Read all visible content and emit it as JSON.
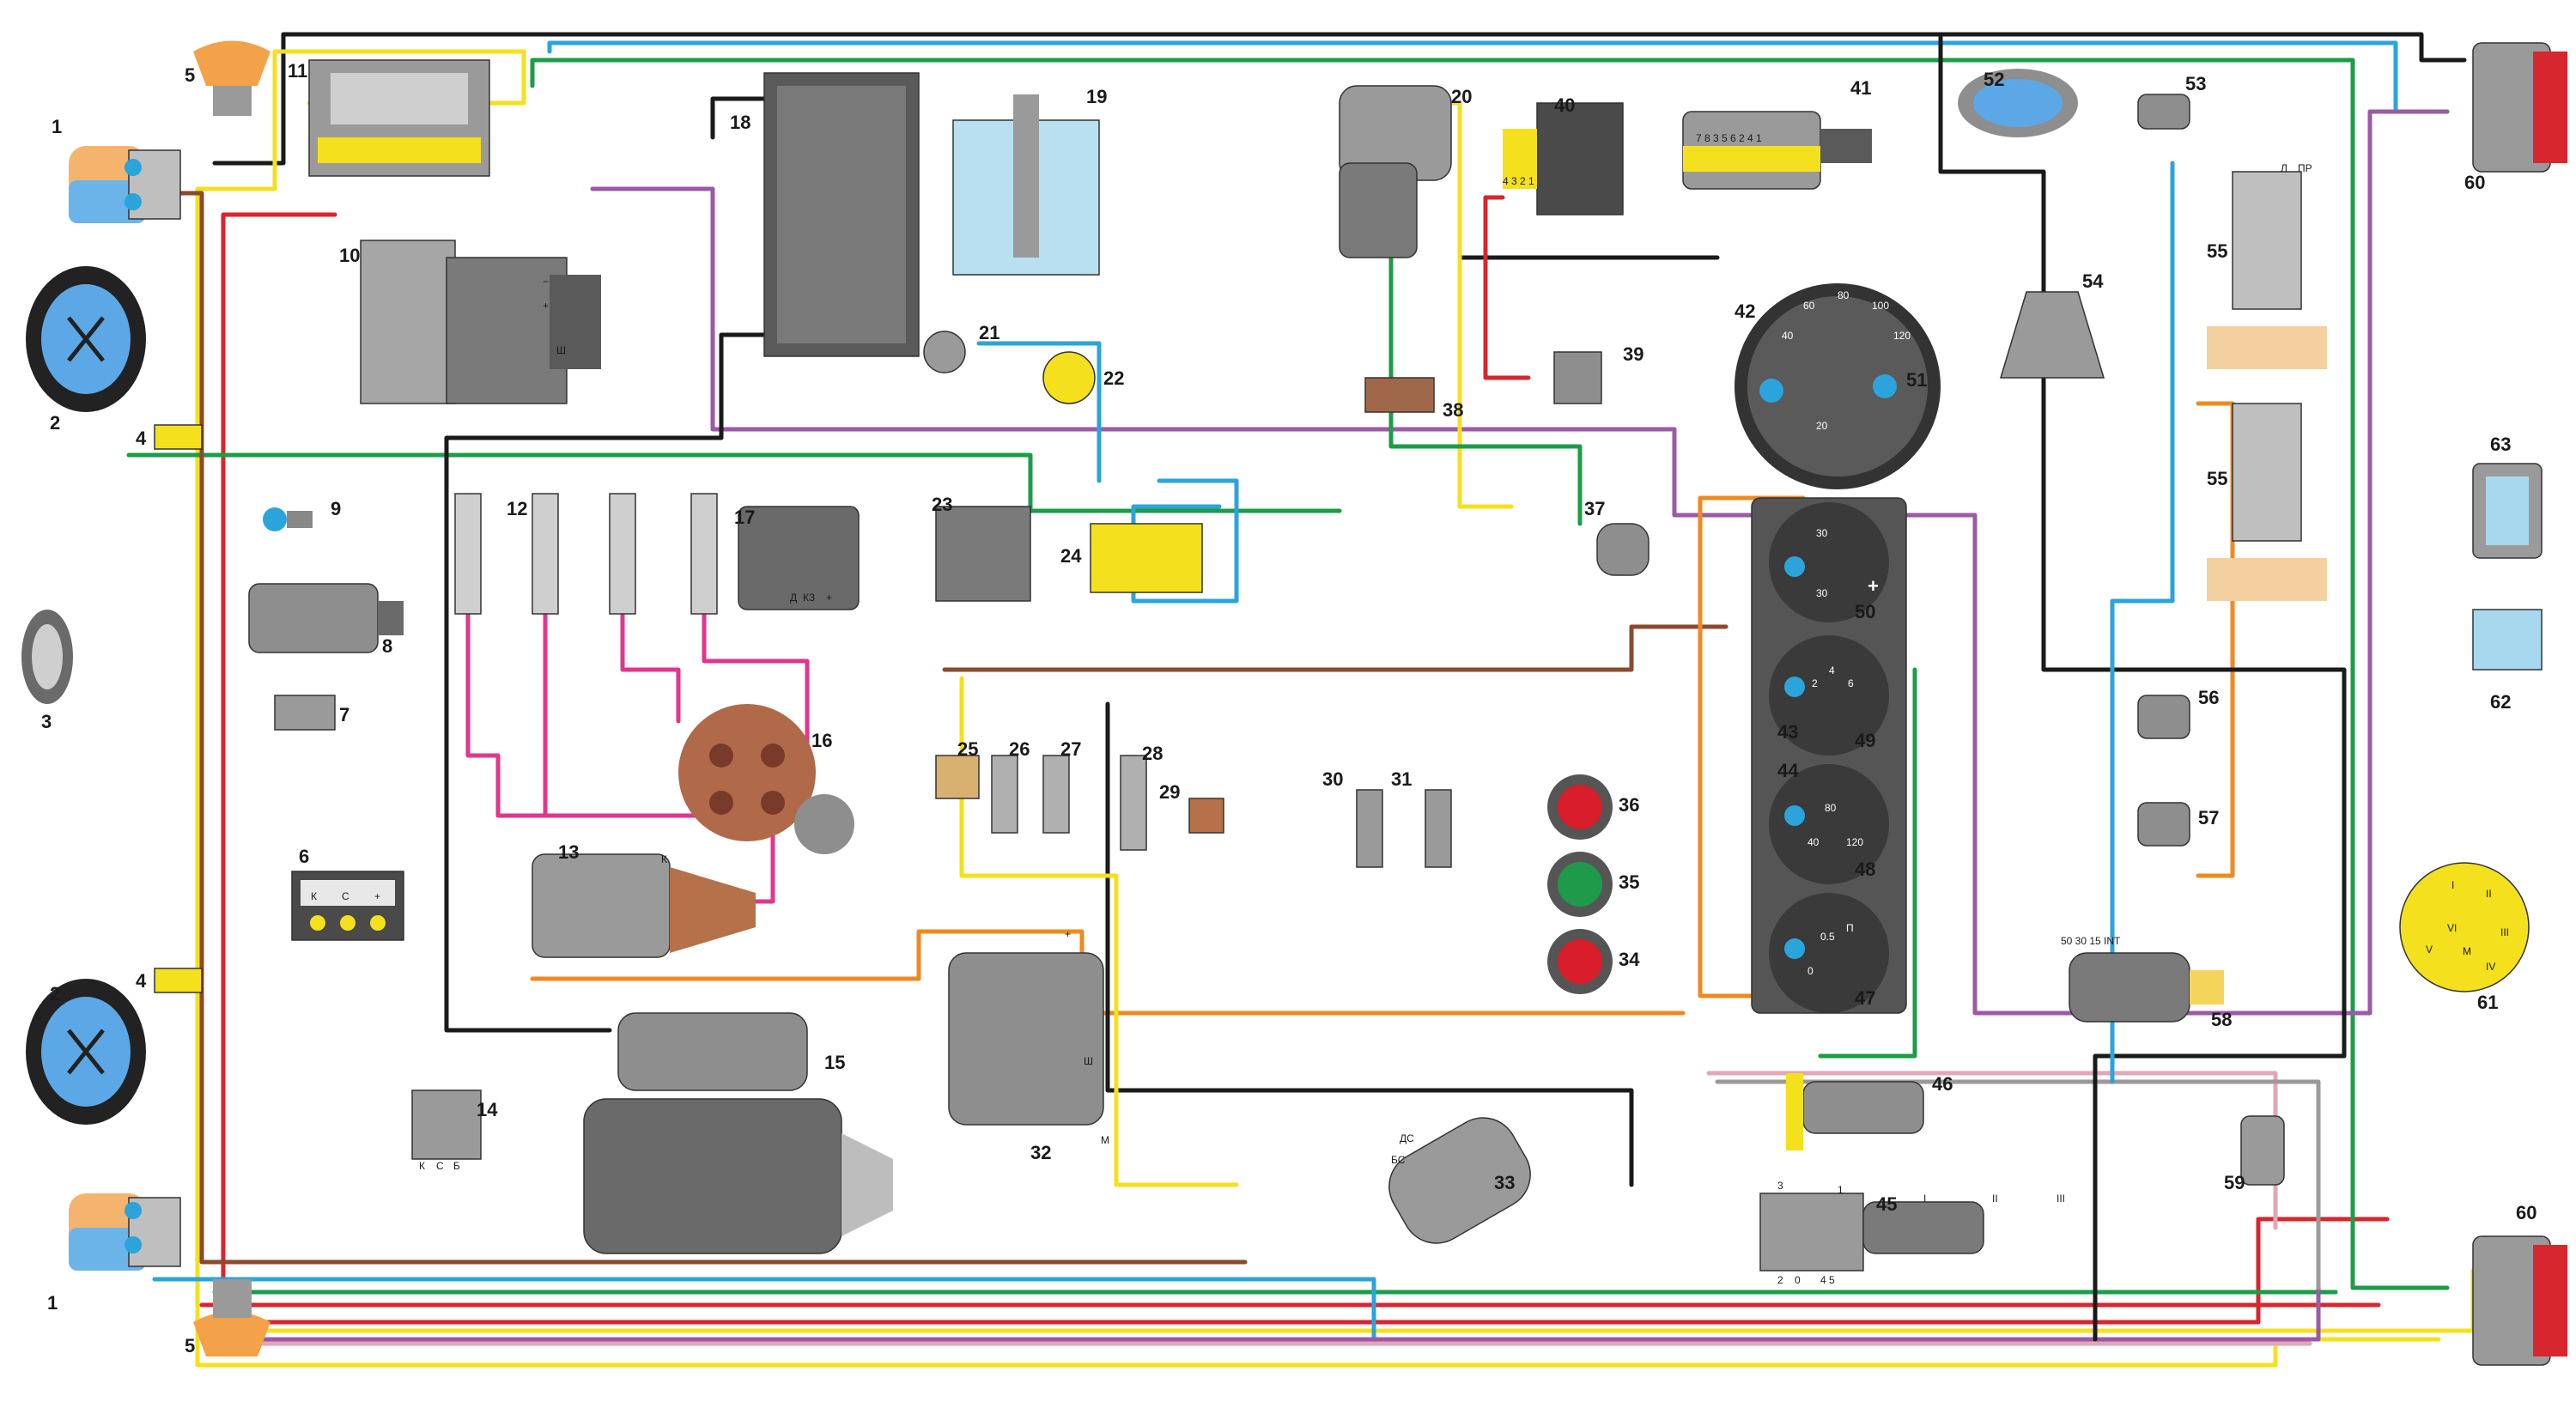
{
  "components": [
    {
      "id": "c1a",
      "num": "1"
    },
    {
      "id": "c1b",
      "num": "1"
    },
    {
      "id": "c2a",
      "num": "2"
    },
    {
      "id": "c2b",
      "num": "2"
    },
    {
      "id": "c3",
      "num": "3"
    },
    {
      "id": "c4a",
      "num": "4"
    },
    {
      "id": "c4b",
      "num": "4"
    },
    {
      "id": "c5a",
      "num": "5"
    },
    {
      "id": "c5b",
      "num": "5"
    },
    {
      "id": "c6",
      "num": "6"
    },
    {
      "id": "c7",
      "num": "7"
    },
    {
      "id": "c8",
      "num": "8"
    },
    {
      "id": "c9",
      "num": "9"
    },
    {
      "id": "c10",
      "num": "10"
    },
    {
      "id": "c11",
      "num": "11"
    },
    {
      "id": "c12",
      "num": "12"
    },
    {
      "id": "c13",
      "num": "13"
    },
    {
      "id": "c14",
      "num": "14"
    },
    {
      "id": "c15",
      "num": "15"
    },
    {
      "id": "c16",
      "num": "16"
    },
    {
      "id": "c17",
      "num": "17"
    },
    {
      "id": "c18",
      "num": "18"
    },
    {
      "id": "c19",
      "num": "19"
    },
    {
      "id": "c20",
      "num": "20"
    },
    {
      "id": "c21",
      "num": "21"
    },
    {
      "id": "c22",
      "num": "22"
    },
    {
      "id": "c23",
      "num": "23"
    },
    {
      "id": "c24",
      "num": "24"
    },
    {
      "id": "c25",
      "num": "25"
    },
    {
      "id": "c26",
      "num": "26"
    },
    {
      "id": "c27",
      "num": "27"
    },
    {
      "id": "c28",
      "num": "28"
    },
    {
      "id": "c29",
      "num": "29"
    },
    {
      "id": "c30",
      "num": "30"
    },
    {
      "id": "c31",
      "num": "31"
    },
    {
      "id": "c32",
      "num": "32"
    },
    {
      "id": "c33",
      "num": "33"
    },
    {
      "id": "c34",
      "num": "34"
    },
    {
      "id": "c35",
      "num": "35"
    },
    {
      "id": "c36",
      "num": "36"
    },
    {
      "id": "c37",
      "num": "37"
    },
    {
      "id": "c38",
      "num": "38"
    },
    {
      "id": "c39",
      "num": "39"
    },
    {
      "id": "c40",
      "num": "40"
    },
    {
      "id": "c41",
      "num": "41"
    },
    {
      "id": "c42",
      "num": "42"
    },
    {
      "id": "c43",
      "num": "43"
    },
    {
      "id": "c44",
      "num": "44"
    },
    {
      "id": "c45",
      "num": "45"
    },
    {
      "id": "c46",
      "num": "46"
    },
    {
      "id": "c47",
      "num": "47"
    },
    {
      "id": "c48",
      "num": "48"
    },
    {
      "id": "c49",
      "num": "49"
    },
    {
      "id": "c50",
      "num": "50"
    },
    {
      "id": "c51",
      "num": "51"
    },
    {
      "id": "c52",
      "num": "52"
    },
    {
      "id": "c53",
      "num": "53"
    },
    {
      "id": "c54",
      "num": "54"
    },
    {
      "id": "c55a",
      "num": "55"
    },
    {
      "id": "c55b",
      "num": "55"
    },
    {
      "id": "c56",
      "num": "56"
    },
    {
      "id": "c57",
      "num": "57"
    },
    {
      "id": "c58",
      "num": "58"
    },
    {
      "id": "c59",
      "num": "59"
    },
    {
      "id": "c60a",
      "num": "60"
    },
    {
      "id": "c60b",
      "num": "60"
    },
    {
      "id": "c61",
      "num": "61"
    },
    {
      "id": "c62",
      "num": "62"
    },
    {
      "id": "c63",
      "num": "63"
    }
  ],
  "terminal_labels": {
    "t6_k": "К",
    "t6_c": "С",
    "t6_plus": "+",
    "t14_k": "К",
    "t14_c": "С",
    "t14_b": "Б",
    "t13_k": "К",
    "t17_d": "Д",
    "t17_k3": "КЗ",
    "t17_plus": "+",
    "t10_minus": "−",
    "t10_plus": "+",
    "t10_sh": "Ш",
    "t32_plus": "+",
    "t32_sh": "Ш",
    "t32_m": "М",
    "t40_pins": "4 3 2 1",
    "t41_pins": "7 8 3 5 6 2 4 1",
    "t33_ds": "ДС",
    "t33_bs": "БС",
    "t45_3": "3",
    "t45_1": "1",
    "t45_2": "2",
    "t45_0": "0",
    "t45_45": "4 5",
    "t45_I": "I",
    "t45_II": "II",
    "t45_III": "III",
    "t61_I": "I",
    "t61_II": "II",
    "t61_III": "III",
    "t61_IV": "IV",
    "t61_V": "V",
    "t61_VI": "VI",
    "t61_M": "M",
    "t58_pins": "50 30 15 INT",
    "t55_l": "Л",
    "t55_pr": "ПР"
  },
  "gauge_42": {
    "ticks": [
      "40",
      "60",
      "80",
      "100",
      "120",
      "20"
    ]
  },
  "gauge_50": {
    "ticks": [
      "30",
      "30"
    ],
    "sign": "+"
  },
  "gauge_49": {
    "ticks": [
      "2",
      "4",
      "6"
    ]
  },
  "gauge_48": {
    "ticks": [
      "40",
      "80",
      "120"
    ]
  },
  "gauge_47": {
    "ticks": [
      "0",
      "0.5",
      "П"
    ]
  },
  "indicator_colors": {
    "c36": "#d81e2a",
    "c35": "#1e9a4a",
    "c34": "#d81e2a"
  },
  "wire_colors": {
    "black": "#1a1a1a",
    "red": "#d7262e",
    "yellow": "#f4e01c",
    "green": "#1c9c48",
    "blue": "#2ba4dc",
    "purple": "#9b5aa6",
    "brown": "#8a4a2e",
    "orange": "#f08a1e",
    "pink": "#e4a6b6",
    "gray": "#9a9a9a",
    "magenta": "#e0368e"
  }
}
